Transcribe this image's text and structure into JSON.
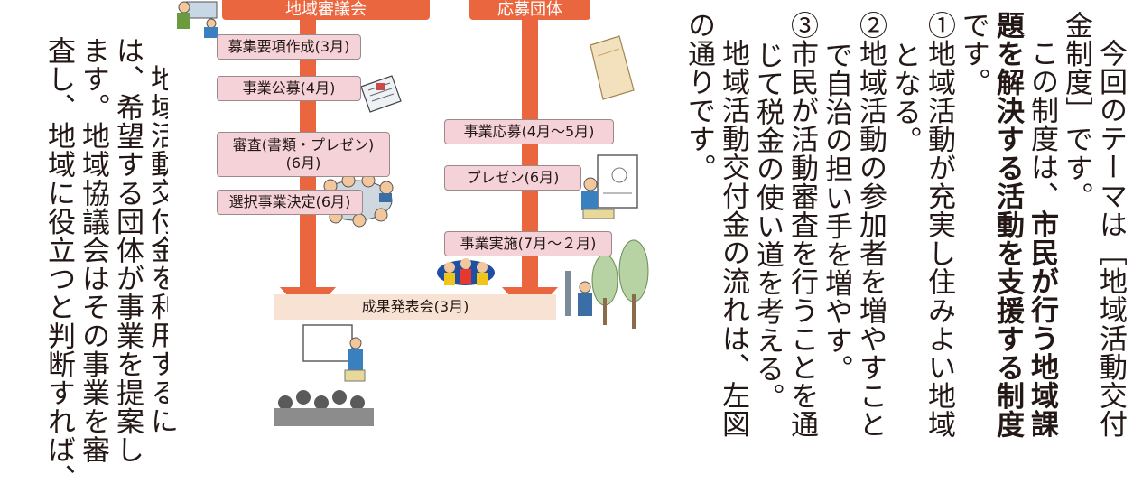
{
  "left_text": {
    "lines": [
      "地域活動交付金を利用するに",
      "は、希望する団体が事業を提案し",
      "ます。地域協議会はその事業を審",
      "査し、地域に役立つと判断すれば、"
    ]
  },
  "right_text": {
    "line1": "今回のテーマは［地域活動交付",
    "line2": "金制度］です。",
    "line3a": "この制度は、",
    "line3b": "市民が行う地域課",
    "line4": "題を解決する活動を支援する制度",
    "line5": "です。",
    "item1a": "①地域活動が充実し住みよい地域",
    "item1b": "となる。",
    "item2a": "②地域活動の参加者を増やすこと",
    "item2b": "で自治の担い手を増やす。",
    "item3a": "③市民が活動審査を行うことを通",
    "item3b": "じて税金の使い道を考える。",
    "line6": "地域活動交付金の流れは、左図",
    "line7": "の通りです。"
  },
  "diagram": {
    "header_left": "地域審議会",
    "header_right": "応募団体",
    "steps": {
      "s1": "募集要項作成(3月)",
      "s2": "事業公募(4月)",
      "s3": "審査(書類・プレゼン)\n(6月)",
      "s4": "選択事業決定(6月)",
      "s5": "事業応募(4月～5月)",
      "s6": "プレゼン(6月)",
      "s7": "事業実施(7月～２月)"
    },
    "result": "成果発表会(3月)"
  },
  "colors": {
    "header": "#e9663f",
    "arrow": "#e9663f",
    "step_fill": "#f5d2d8",
    "result_band": "#f8e2d3"
  }
}
